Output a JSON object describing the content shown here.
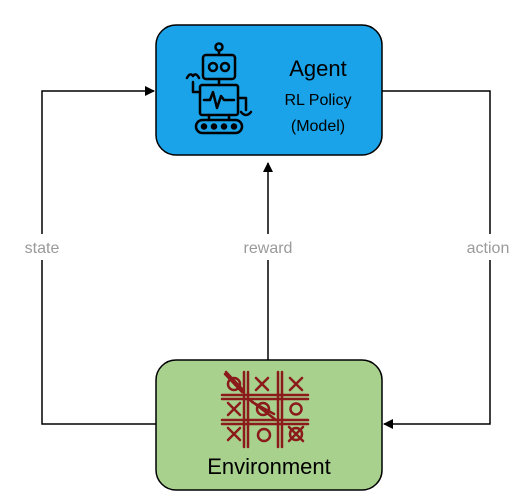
{
  "agent": {
    "title": "Agent",
    "subtitle_line1": "RL Policy",
    "subtitle_line2": "(Model)",
    "icon": "robot-icon",
    "fill_color": "#1aa3e8"
  },
  "environment": {
    "title": "Environment",
    "icon": "tic-tac-toe-icon",
    "fill_color": "#a9d18e"
  },
  "edges": {
    "state_label": "state",
    "reward_label": "reward",
    "action_label": "action"
  },
  "colors": {
    "edge_label": "#9a9a9a",
    "line": "#000000",
    "tictactoe": "#8b1a1a"
  }
}
